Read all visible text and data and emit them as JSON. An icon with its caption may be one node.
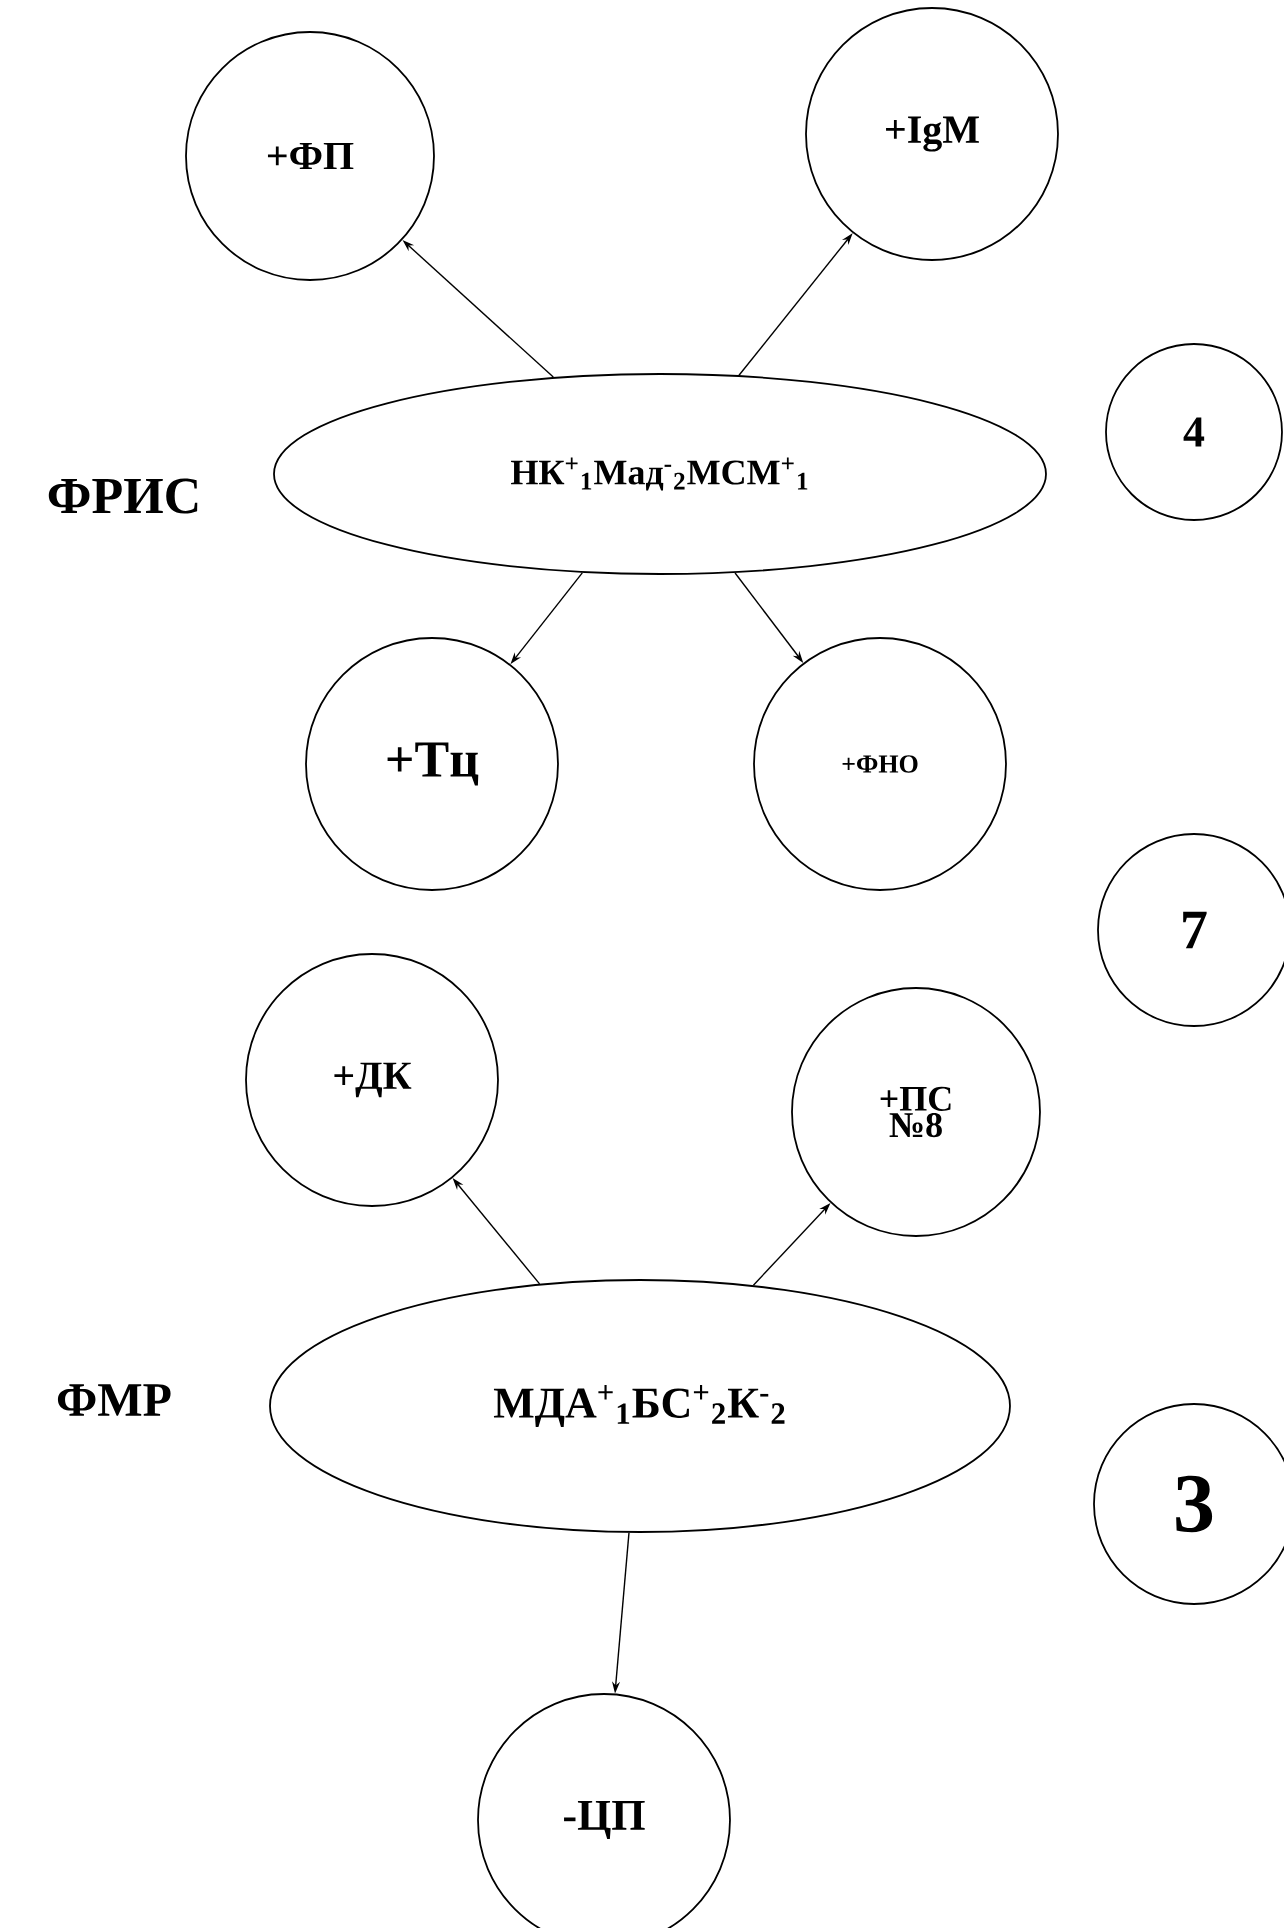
{
  "diagram": {
    "nodes": [
      {
        "text": [
          "+ФП"
        ]
      },
      {
        "text": [
          "+IgM"
        ]
      },
      {
        "text": [
          "НК$^{+}$$_{1}$Мад$^{-}$$_{2}$МСМ$^{+}$$_{1}$"
        ],
        "beside": [
          "ФРИС"
        ]
      },
      {
        "text": [
          "4"
        ]
      },
      {
        "text": [
          "+Тц"
        ]
      },
      {
        "text": [
          "+ФНО"
        ]
      },
      {
        "text": [
          "7"
        ]
      },
      {
        "text": [
          "+ДК"
        ]
      },
      {
        "text": [
          "+ПС №8"
        ]
      },
      {
        "text": [
          "МДА$^{+}$$_{1}$БС$^{+}$$_{2}$К$^{-}$$_{2}$"
        ],
        "beside": [
          "ФМР"
        ]
      },
      {
        "text": [
          "3"
        ]
      },
      {
        "text": [
          "-ЦП"
        ]
      }
    ],
    "edges": [
      {
        "from": 2,
        "to": 0,
        "arrow": "to"
      },
      {
        "from": 2,
        "to": 1,
        "arrow": "to"
      },
      {
        "from": 2,
        "to": 4,
        "arrow": "to"
      },
      {
        "from": 2,
        "to": 5,
        "arrow": "to"
      },
      {
        "from": 9,
        "to": 7,
        "arrow": "to"
      },
      {
        "from": 9,
        "to": 8,
        "arrow": "to"
      },
      {
        "from": 9,
        "to": 11,
        "arrow": "to"
      }
    ]
  }
}
